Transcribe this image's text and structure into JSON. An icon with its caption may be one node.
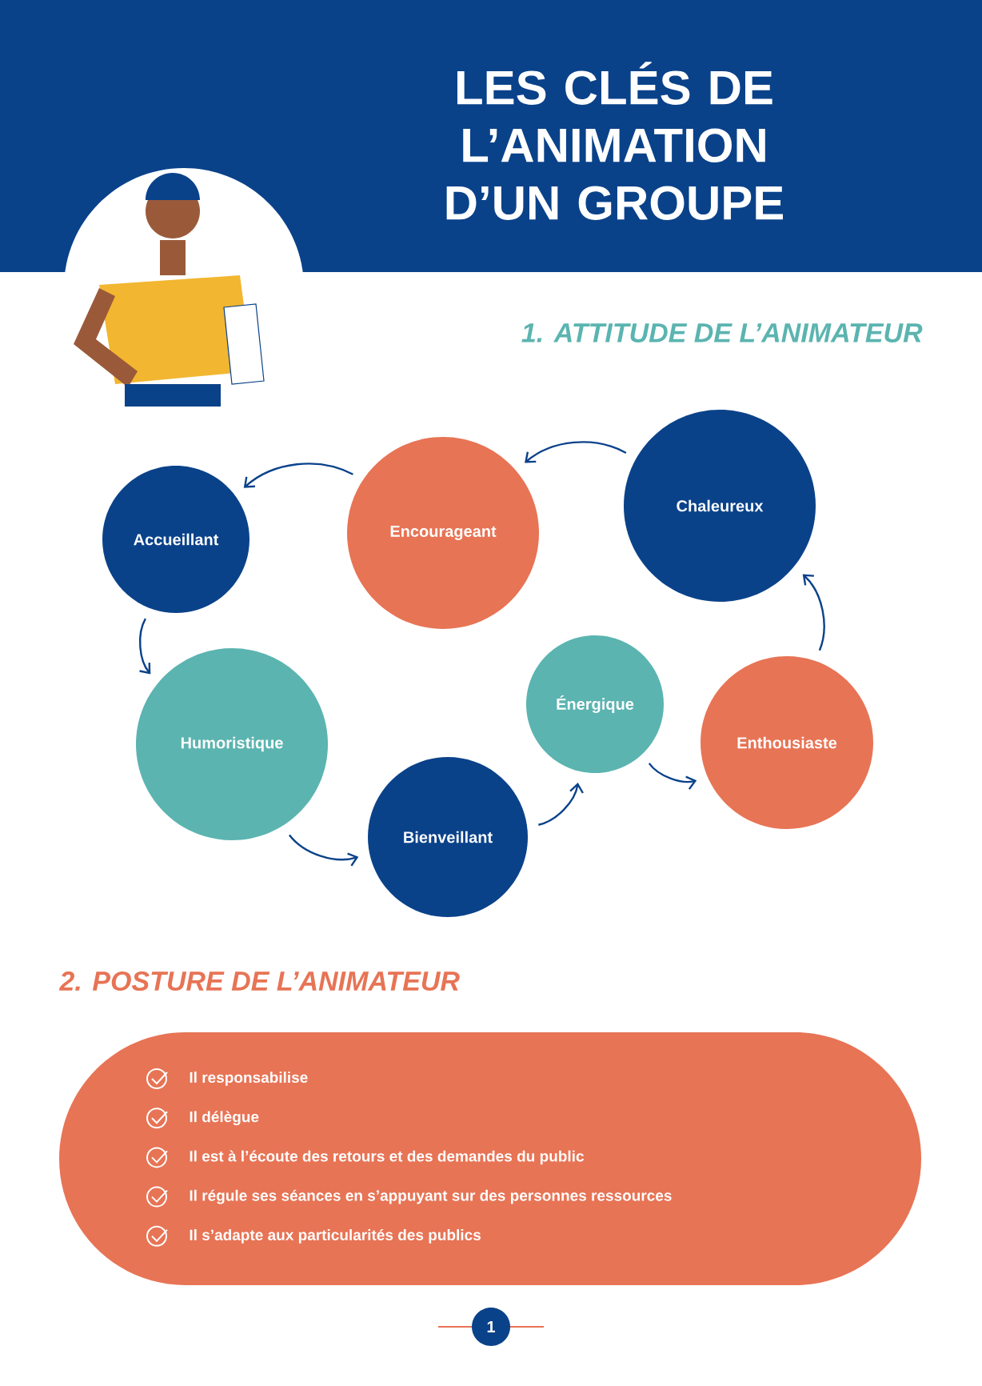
{
  "diagram": {
    "title": "LES CLÉS DE L’ANIMATION D’UN GROUPE",
    "nodes": [
      {
        "text": [
          "Accueillant"
        ]
      },
      {
        "text": [
          "Encourageant"
        ]
      },
      {
        "text": [
          "Chaleureux"
        ]
      },
      {
        "text": [
          "Humoristique"
        ]
      },
      {
        "text": [
          "Bienveillant"
        ]
      },
      {
        "text": [
          "Énergique"
        ]
      },
      {
        "text": [
          "Enthousiaste"
        ]
      },
      {
        "text": [
          "Il responsabilise",
          "Il délègue",
          "Il est à l’écoute des retours et des demandes du public",
          "Il régule ses séances en s’appuyant sur des personnes ressources",
          "Il s’adapte aux particularités des publics"
        ]
      }
    ],
    "edges": [
      {
        "from": 2,
        "to": 1,
        "arrow": "to"
      },
      {
        "from": 1,
        "to": 0,
        "arrow": "to"
      },
      {
        "from": 0,
        "to": 3,
        "arrow": "to"
      },
      {
        "from": 3,
        "to": 4,
        "arrow": "to"
      },
      {
        "from": 4,
        "to": 5,
        "arrow": "to"
      },
      {
        "from": 5,
        "to": 6,
        "arrow": "to"
      },
      {
        "from": 6,
        "to": 2,
        "arrow": "to"
      }
    ],
    "labels": [
      "1. ATTITUDE DE L’ANIMATEUR",
      "2. POSTURE DE L’ANIMATEUR",
      "1"
    ]
  }
}
